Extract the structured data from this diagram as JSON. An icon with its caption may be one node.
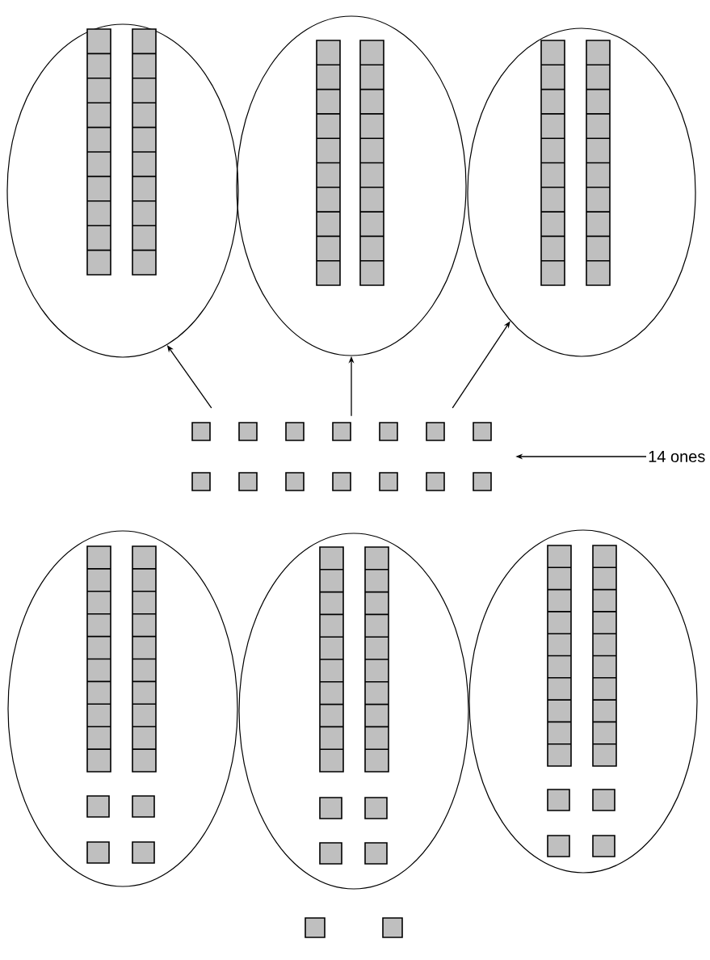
{
  "diagram": {
    "nodes": [
      {
        "text": [],
        "shape": "ellipse"
      },
      {
        "text": [],
        "shape": "ellipse"
      },
      {
        "text": [],
        "shape": "ellipse"
      },
      {
        "text": [],
        "shape": "squares"
      },
      {
        "text": [
          "14 ones"
        ]
      },
      {
        "text": [],
        "shape": "ellipse"
      },
      {
        "text": [],
        "shape": "ellipse"
      },
      {
        "text": [],
        "shape": "ellipse"
      },
      {
        "text": [],
        "shape": "square"
      },
      {
        "text": [],
        "shape": "square"
      }
    ],
    "edges": [
      {
        "from": 3,
        "to": 0,
        "arrow": "to"
      },
      {
        "from": 3,
        "to": 1,
        "arrow": "to"
      },
      {
        "from": 3,
        "to": 2,
        "arrow": "to"
      },
      {
        "from": 4,
        "to": 3,
        "arrow": "to"
      }
    ]
  }
}
